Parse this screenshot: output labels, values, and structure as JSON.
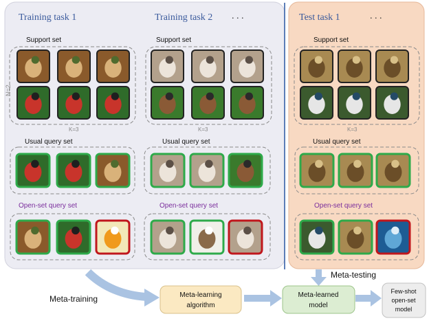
{
  "tasks": {
    "training_1": "Training task 1",
    "training_2": "Training task 2",
    "test_1": "Test task 1",
    "ellipsis": ". . ."
  },
  "labels": {
    "support_set": "Support set",
    "usual_query_set": "Usual query set",
    "open_set_query_set": "Open-set query set",
    "n_label": "N=2",
    "k_label": "K=3"
  },
  "flow": {
    "meta_training": "Meta-training",
    "meta_testing": "Meta-testing",
    "meta_learning_algorithm": [
      "Meta-learning",
      "algorithm"
    ],
    "meta_learned_model": [
      "Meta-learned",
      "model"
    ],
    "few_shot_model": [
      "Few-shot",
      "open-set",
      "model"
    ]
  },
  "images": {
    "task1_support": [
      "dog-photo",
      "dog-photo",
      "dog-photo",
      "bird-photo",
      "bird-photo",
      "bird-photo"
    ],
    "task2_support": [
      "cat-photo",
      "cat-photo",
      "cat-photo",
      "horse-photo",
      "horse-photo",
      "horse-photo"
    ],
    "test_support": [
      "lion-photo",
      "lion-photo",
      "lion-photo",
      "duck-photo",
      "duck-photo",
      "duck-photo"
    ],
    "task1_usual_query": [
      "bird-photo",
      "bird-photo",
      "dog-photo"
    ],
    "task2_usual_query": [
      "cat-photo",
      "cat-photo",
      "horse-photo"
    ],
    "test_usual_query": [
      "lion-photo",
      "lion-photo",
      "lion-photo"
    ],
    "task1_open_query": [
      "dog-photo",
      "bird-photo",
      "fish-photo"
    ],
    "task2_open_query": [
      "cat-photo",
      "mouse-photo",
      "cat-photo"
    ],
    "test_open_query": [
      "duck-photo",
      "lion-photo",
      "dolphin-photo"
    ]
  },
  "colors": {
    "training_panel": "#ececf3",
    "test_panel": "#f8d9c2",
    "divider": "#4a6fb0",
    "task_title": "#3a5a9c",
    "open_set_label": "#7a2d9c",
    "in_distribution_border": "#2eaa4a",
    "open_set_border": "#c0161c",
    "support_border": "#222222",
    "arrow": "#aac3e2",
    "algorithm_box": "#fbe9c2",
    "model_box": "#dcedd2",
    "final_box": "#ededed"
  }
}
